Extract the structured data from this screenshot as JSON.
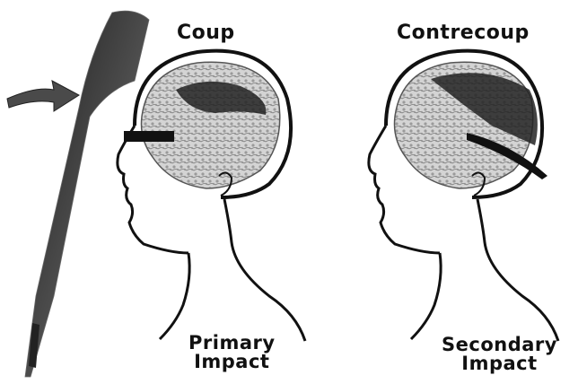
{
  "labels": {
    "coup": "Coup",
    "contrecoup": "Contrecoup",
    "primary_line1": "Primary",
    "primary_line2": "Impact",
    "secondary_line1": "Secondary",
    "secondary_line2": "Impact"
  },
  "colors": {
    "outline": "#111111",
    "brain_light": "#cfcfcf",
    "brain_dark": "#333333",
    "bat": "#2a2a2a",
    "arrow": "#444444"
  },
  "icons": {
    "arrow": "right-arrow-icon",
    "bat": "baseball-bat-icon"
  }
}
